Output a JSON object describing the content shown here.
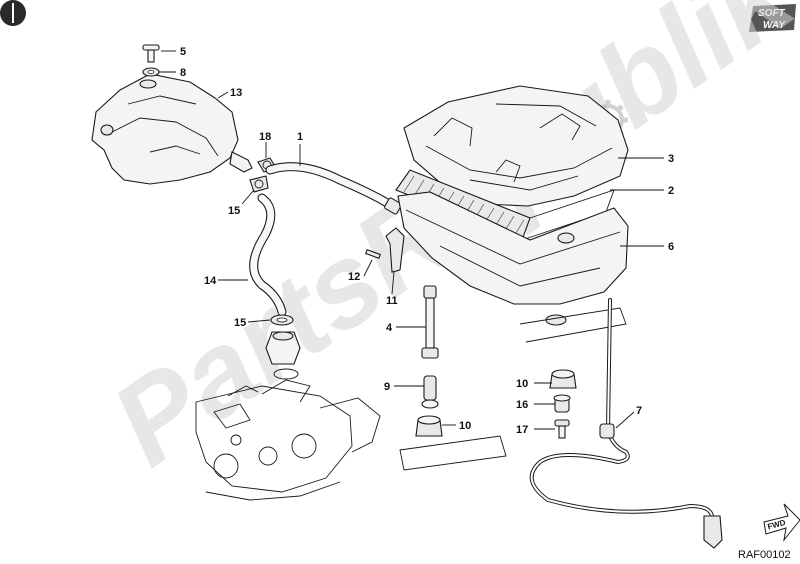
{
  "diagram": {
    "reference_code": "RAF00102",
    "watermark_text": "PartsRepublik",
    "logo_text": [
      "SOFT",
      "WAY"
    ],
    "fwd_label": "FWD",
    "callouts": [
      "1",
      "2",
      "3",
      "4",
      "5",
      "6",
      "7",
      "8",
      "9",
      "10",
      "10",
      "11",
      "12",
      "13",
      "14",
      "15",
      "15",
      "16",
      "17",
      "18"
    ]
  }
}
